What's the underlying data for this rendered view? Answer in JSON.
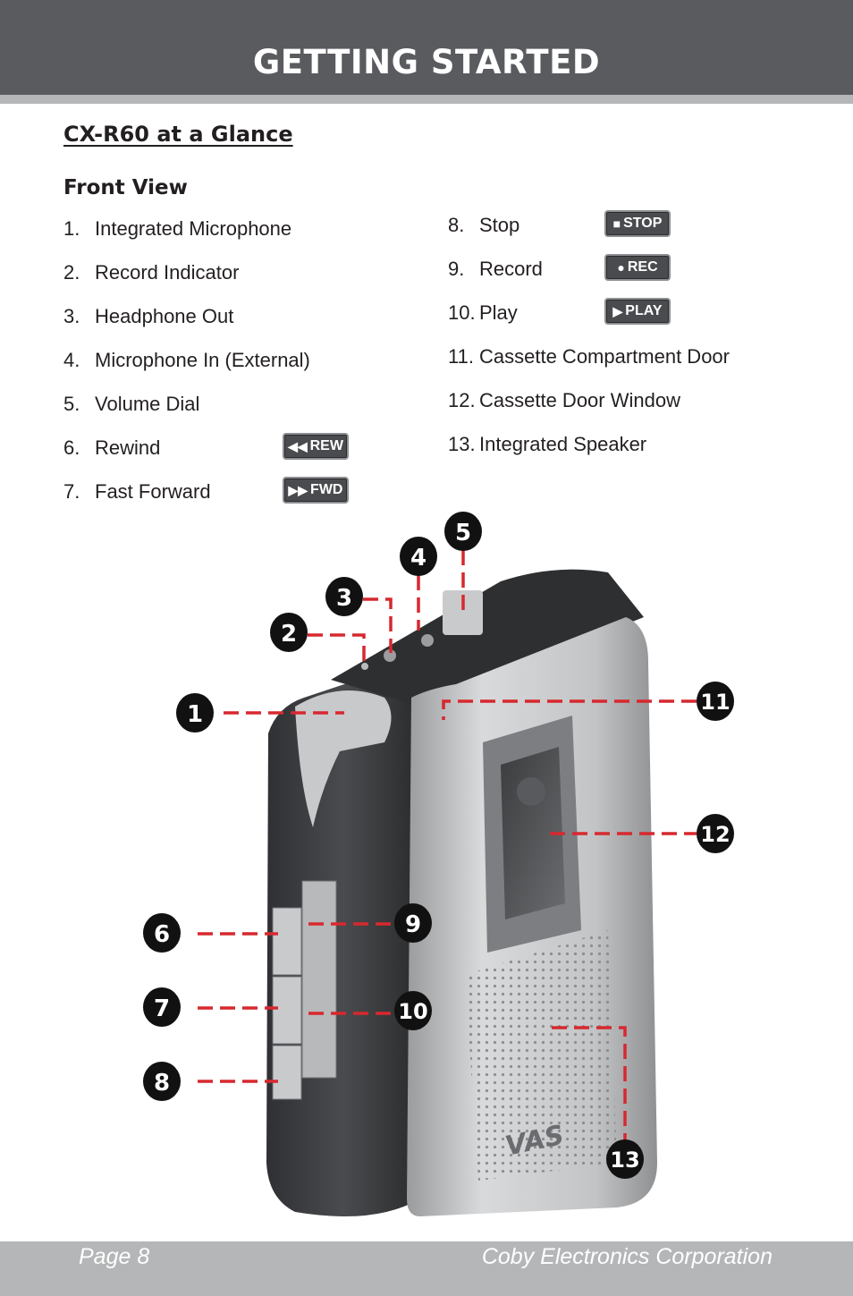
{
  "header": {
    "title": "GETTING STARTED"
  },
  "section_title": "CX-R60 at a Glance",
  "subheading": "Front View",
  "left_items": [
    {
      "num": "1.",
      "label": "Integrated Microphone"
    },
    {
      "num": "2.",
      "label": "Record Indicator"
    },
    {
      "num": "3.",
      "label": "Headphone Out"
    },
    {
      "num": "4.",
      "label": "Microphone In (External)"
    },
    {
      "num": "5.",
      "label": "Volume Dial"
    },
    {
      "num": "6.",
      "label": "Rewind"
    },
    {
      "num": "7.",
      "label": "Fast Forward"
    }
  ],
  "right_items": [
    {
      "num": "8.",
      "label": "Stop"
    },
    {
      "num": "9.",
      "label": "Record"
    },
    {
      "num": "10.",
      "label": "Play"
    },
    {
      "num": "11.",
      "label": "Cassette Compartment Door"
    },
    {
      "num": "12.",
      "label": "Cassette Door Window"
    },
    {
      "num": "13.",
      "label": "Integrated Speaker"
    }
  ],
  "button_icons": {
    "rewind": {
      "label": "REW",
      "icon": "rewind-icon"
    },
    "fast_forward": {
      "label": "FWD",
      "icon": "fast-forward-icon"
    },
    "stop": {
      "label": "STOP",
      "icon": "stop-icon"
    },
    "record": {
      "label": "REC",
      "icon": "record-icon"
    },
    "play": {
      "label": "PLAY",
      "icon": "play-icon"
    }
  },
  "diagram": {
    "callouts": [
      "1",
      "2",
      "3",
      "4",
      "5",
      "6",
      "7",
      "8",
      "9",
      "10",
      "11",
      "12",
      "13"
    ],
    "device_logo": "VAS",
    "callout_line_color": "#d7282f",
    "callout_badge_color": "#111111"
  },
  "footer": {
    "page": "Page 8",
    "company": "Coby Electronics Corporation"
  }
}
